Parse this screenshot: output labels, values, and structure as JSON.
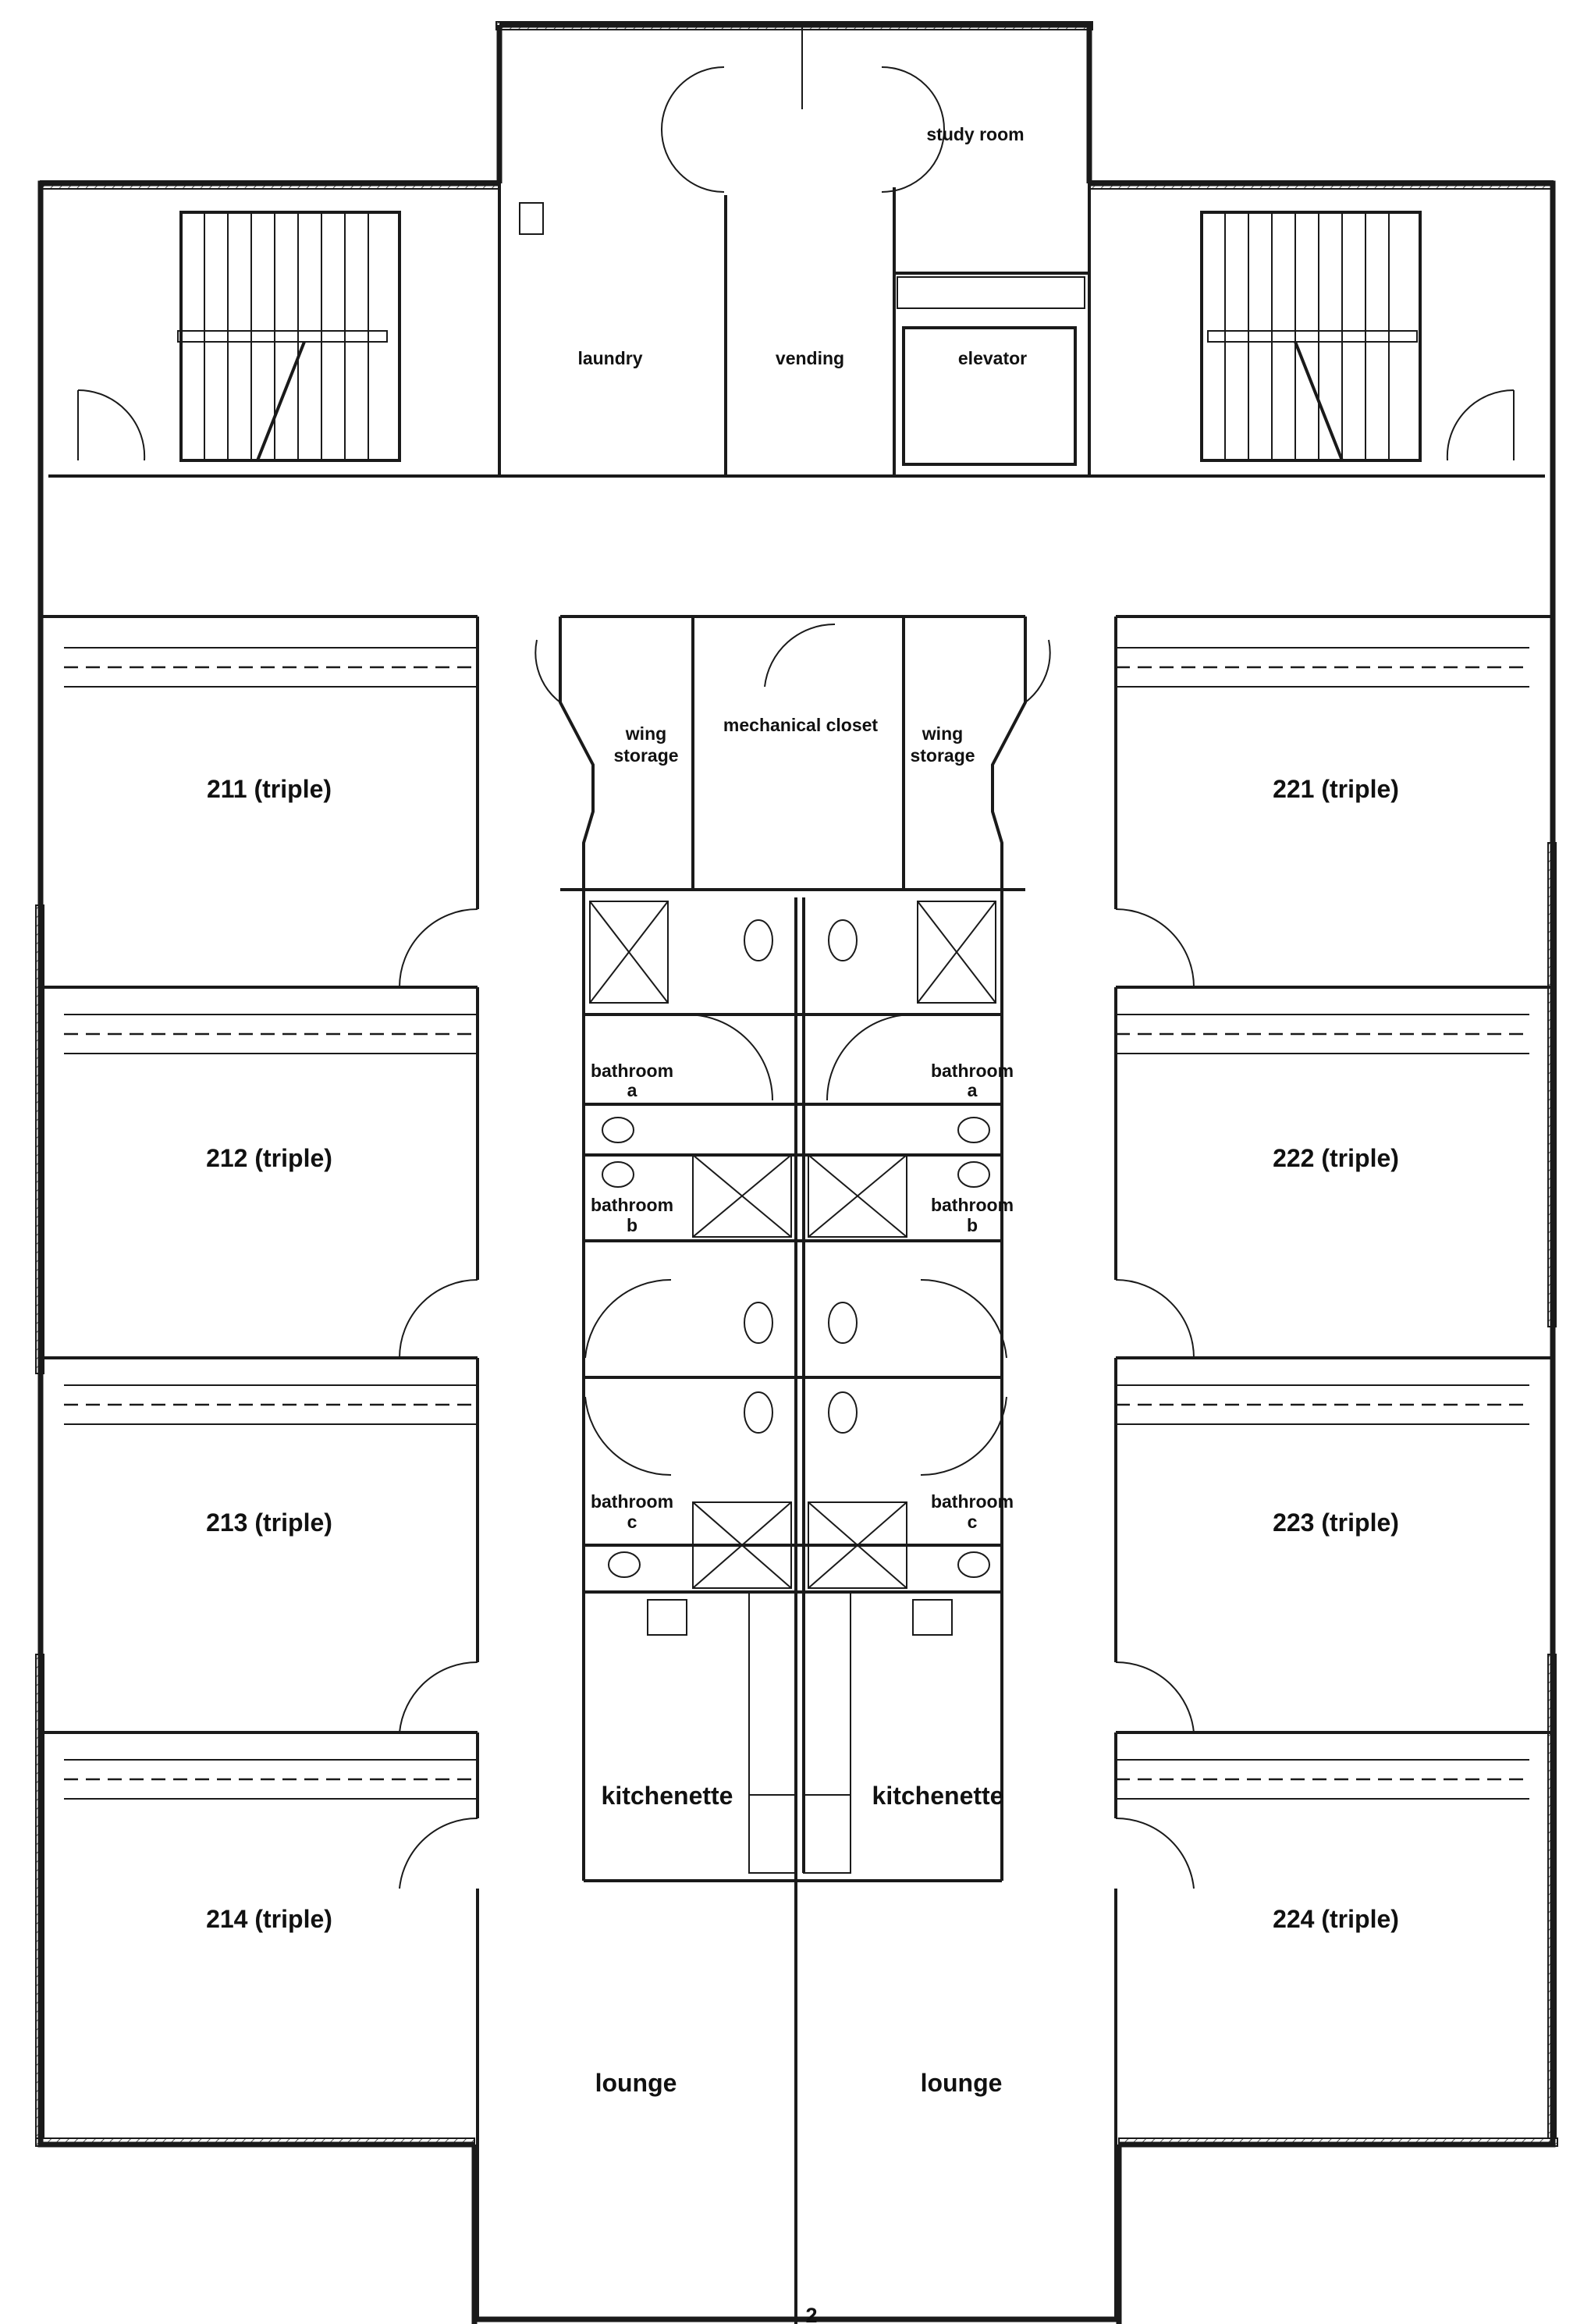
{
  "top": {
    "study_room": "study room",
    "laundry": "laundry",
    "vending": "vending",
    "elevator": "elevator"
  },
  "core": {
    "wing_storage_left": [
      "wing",
      "storage"
    ],
    "wing_storage_right": [
      "wing",
      "storage"
    ],
    "mechanical_closet": "mechanical closet",
    "bathrooms": [
      {
        "label": "bathroom",
        "letter": "a"
      },
      {
        "label": "bathroom",
        "letter": "b"
      },
      {
        "label": "bathroom",
        "letter": "c"
      }
    ],
    "kitchenette": "kitchenette",
    "lounge": "lounge"
  },
  "rooms_left": [
    "211 (triple)",
    "212 (triple)",
    "213 (triple)",
    "214 (triple)"
  ],
  "rooms_right": [
    "221 (triple)",
    "222 (triple)",
    "223 (triple)",
    "224 (triple)"
  ],
  "page_number": "2"
}
